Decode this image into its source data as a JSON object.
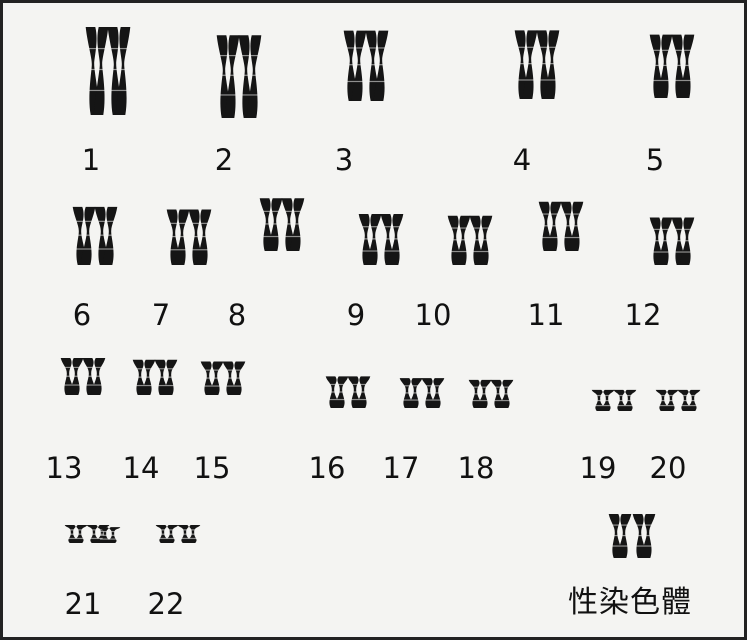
{
  "pairs": [
    {
      "number": "1",
      "size": 1.0
    },
    {
      "number": "2",
      "size": 0.94
    },
    {
      "number": "3",
      "size": 0.8
    },
    {
      "number": "4",
      "size": 0.78
    },
    {
      "number": "5",
      "size": 0.72
    },
    {
      "number": "6",
      "size": 0.66
    },
    {
      "number": "7",
      "size": 0.63
    },
    {
      "number": "8",
      "size": 0.6
    },
    {
      "number": "9",
      "size": 0.58
    },
    {
      "number": "10",
      "size": 0.56
    },
    {
      "number": "11",
      "size": 0.56
    },
    {
      "number": "12",
      "size": 0.54
    },
    {
      "number": "13",
      "size": 0.42
    },
    {
      "number": "14",
      "size": 0.4
    },
    {
      "number": "15",
      "size": 0.38
    },
    {
      "number": "16",
      "size": 0.36
    },
    {
      "number": "17",
      "size": 0.34
    },
    {
      "number": "18",
      "size": 0.32
    },
    {
      "number": "19",
      "size": 0.24
    },
    {
      "number": "20",
      "size": 0.24
    },
    {
      "number": "21",
      "size": 0.18
    },
    {
      "number": "22",
      "size": 0.19
    }
  ],
  "sex_chromosomes": {
    "label": "性染色體",
    "size": 0.5
  },
  "colors": {
    "chromosome": "#151515",
    "label": "#111111",
    "background": "#f4f4f2",
    "border": "#222222"
  }
}
